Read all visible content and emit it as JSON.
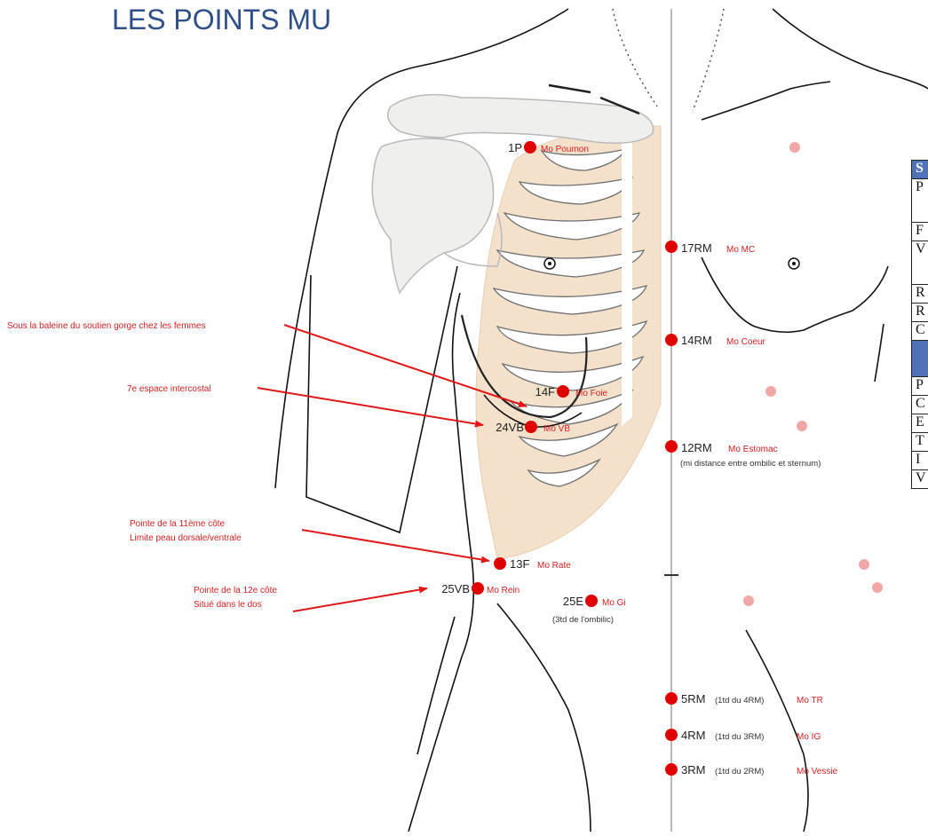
{
  "title": "LES POINTS MU",
  "points": [
    {
      "code": "1P",
      "label": "Mo Poumon"
    },
    {
      "code": "17RM",
      "label": "Mo MC"
    },
    {
      "code": "14RM",
      "label": "Mo Coeur"
    },
    {
      "code": "14F",
      "label": "Mo Foie"
    },
    {
      "code": "24VB",
      "label": "Mo VB"
    },
    {
      "code": "12RM",
      "label": "Mo Estomac",
      "note": "(mi distance entre ombilic et sternum)"
    },
    {
      "code": "13F",
      "label": "Mo Rate"
    },
    {
      "code": "25VB",
      "label": "Mo Rein"
    },
    {
      "code": "25E",
      "label": "Mo Gi",
      "note": "(3td de l'ombilic)"
    },
    {
      "code": "5RM",
      "detail": "(1td du 4RM)",
      "label": "Mo TR"
    },
    {
      "code": "4RM",
      "detail": "(1td du 3RM)",
      "label": "Mo IG"
    },
    {
      "code": "3RM",
      "detail": "(1td du 2RM)",
      "label": "Mo Vessie"
    }
  ],
  "annotations": [
    {
      "text": "Sous la baleine du soutien gorge chez les femmes"
    },
    {
      "text": "7e espace intercostal"
    },
    {
      "lines": [
        "Pointe de la 11ème côte",
        "Limite peau dorsale/ventrale"
      ]
    },
    {
      "lines": [
        "Pointe de la 12e côte",
        "Situé dans le dos"
      ]
    }
  ],
  "table": {
    "header": "S",
    "rows": [
      "P",
      "F",
      "V",
      "R",
      "R",
      "C",
      "",
      "P",
      "C",
      "E",
      "T",
      "I",
      "V"
    ]
  },
  "colors": {
    "point": "#e00000",
    "label": "#d42020",
    "annotation": "#d42020",
    "title": "#2f4f8a",
    "ribs": "#f3e1cc",
    "shoulder": "#efefee",
    "header": "#4f73b8"
  }
}
